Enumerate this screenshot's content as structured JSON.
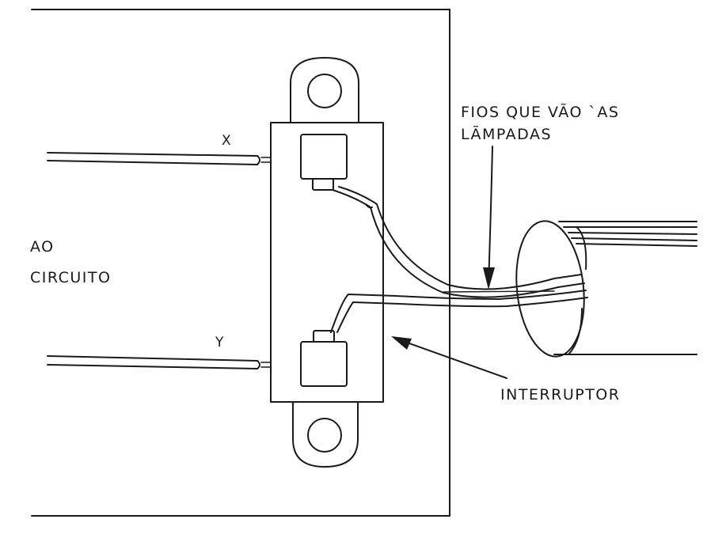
{
  "labels": {
    "x": "X",
    "y": "Y",
    "ao": "AO",
    "circuito": "CIRCUITO",
    "fios_line1": "FIOS QUE VÃO `AS",
    "fios_line2": "LÃMPADAS",
    "interruptor": "INTERRUPTOR"
  }
}
